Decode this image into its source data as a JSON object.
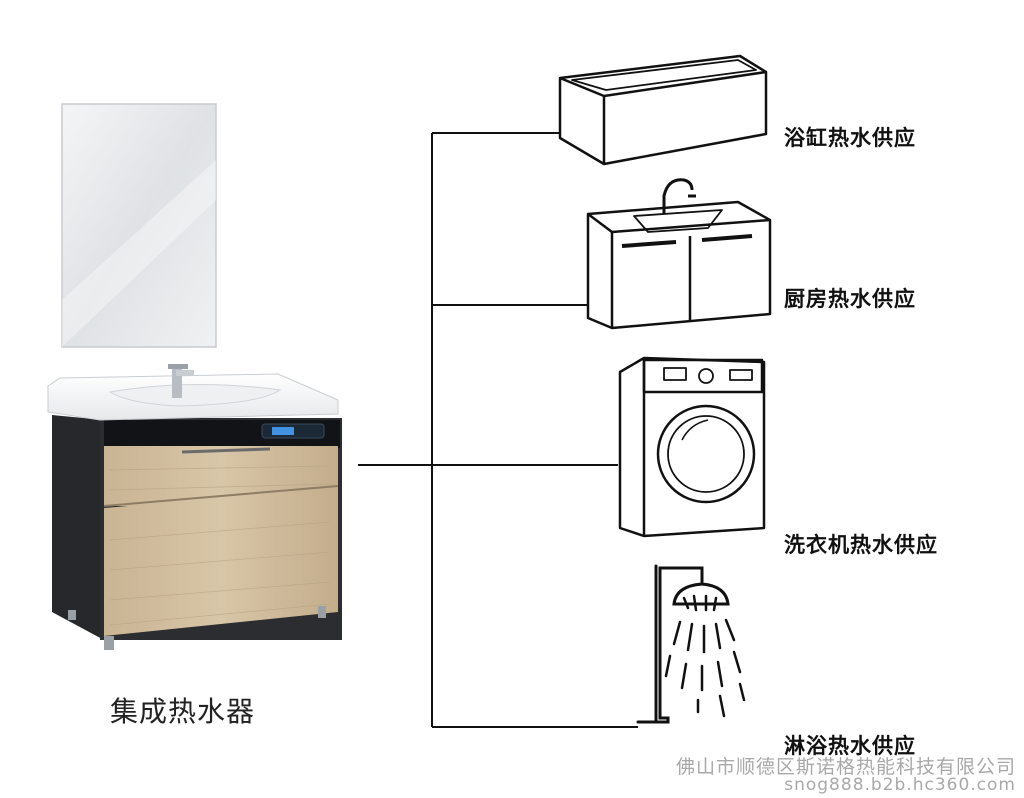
{
  "main_label": "集成热水器",
  "branches": [
    {
      "id": "bathtub",
      "label": "浴缸热水供应",
      "icon": "bathtub-icon"
    },
    {
      "id": "kitchen",
      "label": "厨房热水供应",
      "icon": "kitchen-sink-cabinet-icon"
    },
    {
      "id": "washer",
      "label": "洗衣机热水供应",
      "icon": "washing-machine-icon"
    },
    {
      "id": "shower",
      "label": "淋浴热水供应",
      "icon": "shower-icon"
    }
  ],
  "watermark": {
    "company": "佛山市顺德区斯诺格热能科技有限公司",
    "site": "snog888.b2b.hc360.com"
  },
  "colors": {
    "line": "#111111",
    "wood": "#cdb99a",
    "cabinet": "#2b2d31",
    "mirror": "#e4e7ea"
  }
}
